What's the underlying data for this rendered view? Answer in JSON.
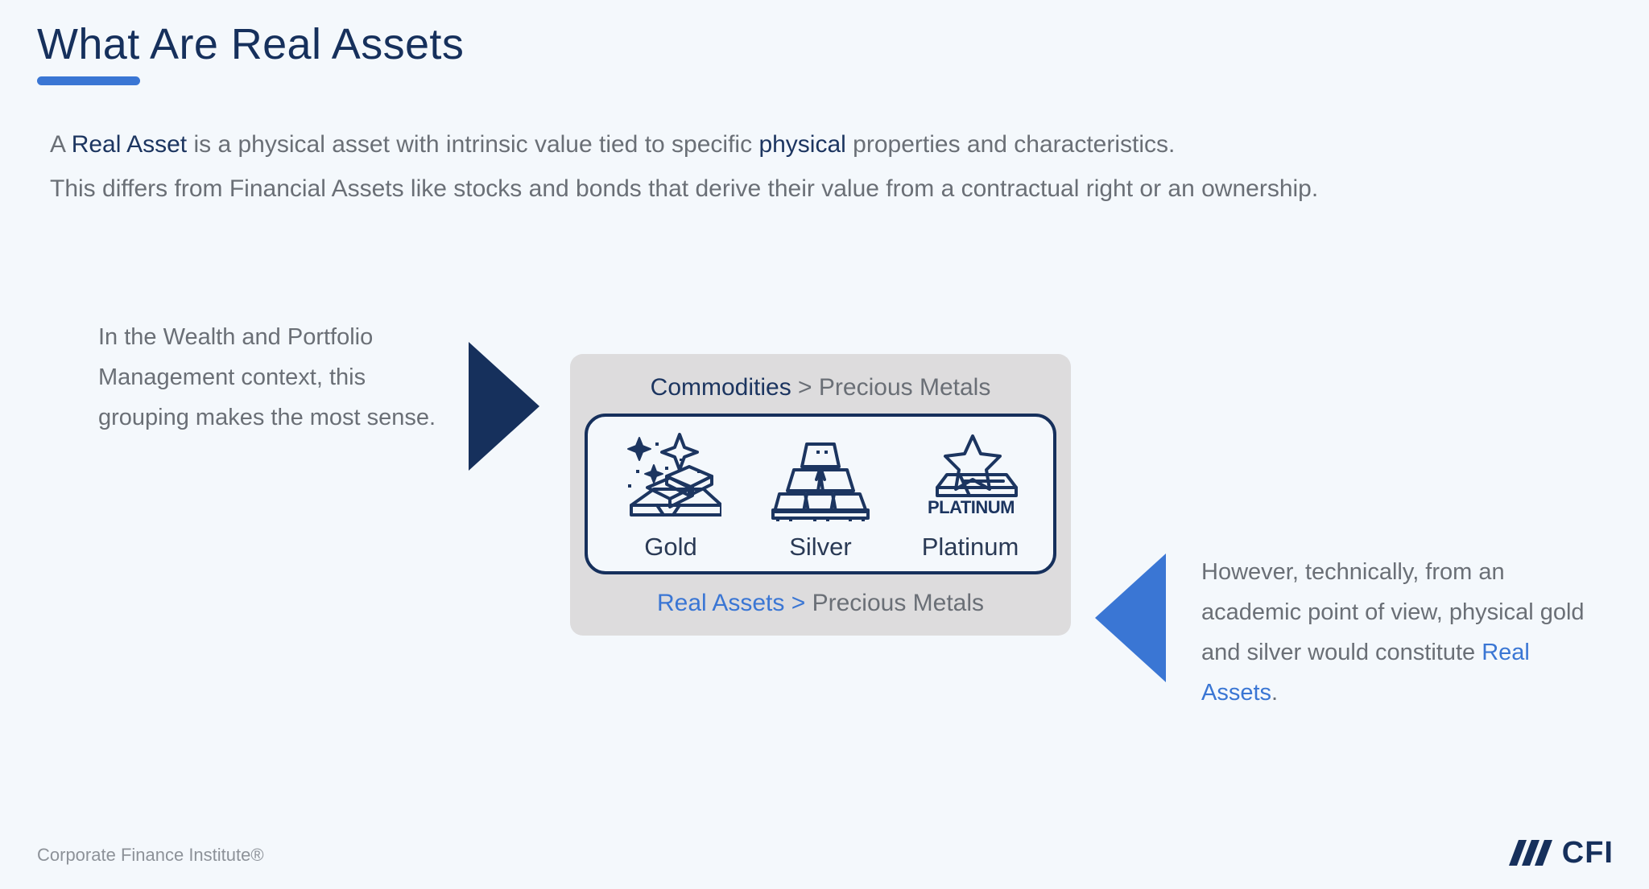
{
  "slide": {
    "title": "What Are Real Assets",
    "accent_color": "#3a76d4",
    "navy_color": "#16305c",
    "background_color": "#f4f8fc",
    "body_text_color": "#6a6f76"
  },
  "intro": {
    "line1": {
      "part1": "A ",
      "highlight1": "Real Asset",
      "part2": " is a physical asset with intrinsic value tied to specific ",
      "highlight2": "physical",
      "part3": " properties and characteristics."
    },
    "line2": "This differs from Financial Assets like stocks and bonds that derive their value from a contractual right or an ownership."
  },
  "left_callout": {
    "text": "In the Wealth and Portfolio Management context, this grouping makes the most sense."
  },
  "right_callout": {
    "part1": "However, technically, from an academic point of view, physical gold and silver would constitute ",
    "highlight": "Real Assets",
    "part2": "."
  },
  "arrows": {
    "left_arrow_name": "arrow-pointing-right-navy",
    "right_arrow_name": "arrow-pointing-left-blue",
    "left_arrow_color": "#16305c",
    "right_arrow_color": "#3a76d4"
  },
  "card": {
    "background_color": "#dddcdd",
    "header_breadcrumb": {
      "primary": "Commodities",
      "separator": " > ",
      "secondary": "Precious Metals"
    },
    "footer_breadcrumb": {
      "primary": "Real Assets",
      "separator": " > ",
      "secondary": "Precious Metals"
    },
    "metals": [
      {
        "label": "Gold",
        "icon": "gold-bars-sparkle-icon"
      },
      {
        "label": "Silver",
        "icon": "silver-bars-pallet-icon"
      },
      {
        "label": "Platinum",
        "icon": "platinum-bar-star-icon",
        "icon_text": "PLATINUM"
      }
    ]
  },
  "footer": {
    "brand": "Corporate Finance Institute®",
    "logo_text": "CFI"
  }
}
